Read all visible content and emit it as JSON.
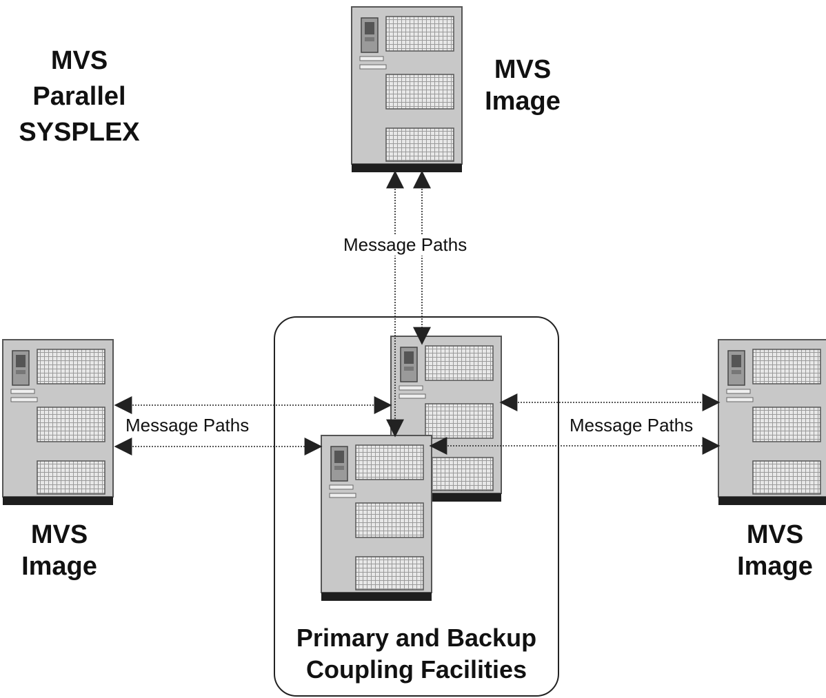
{
  "title_lines": [
    "MVS",
    "Parallel",
    "SYSPLEX"
  ],
  "image_label_lines": [
    "MVS",
    "Image"
  ],
  "message_paths_label": "Message Paths",
  "coupling_label_lines": [
    "Primary and Backup",
    "Coupling Facilities"
  ],
  "nodes": [
    {
      "id": "mvs-image-top",
      "label": "MVS Image"
    },
    {
      "id": "mvs-image-left",
      "label": "MVS Image"
    },
    {
      "id": "mvs-image-right",
      "label": "MVS Image"
    },
    {
      "id": "coupling-facility-backup",
      "label": ""
    },
    {
      "id": "coupling-facility-primary",
      "label": ""
    }
  ],
  "edges": [
    {
      "from": "mvs-image-top",
      "to": "coupling-facility-primary",
      "label": "Message Paths"
    },
    {
      "from": "mvs-image-top",
      "to": "coupling-facility-backup",
      "label": "Message Paths"
    },
    {
      "from": "mvs-image-left",
      "to": "coupling-facility-backup",
      "label": "Message Paths"
    },
    {
      "from": "mvs-image-left",
      "to": "coupling-facility-primary",
      "label": "Message Paths"
    },
    {
      "from": "mvs-image-right",
      "to": "coupling-facility-backup",
      "label": "Message Paths"
    },
    {
      "from": "mvs-image-right",
      "to": "coupling-facility-primary",
      "label": "Message Paths"
    }
  ],
  "colors": {
    "server_fill": "#c8c8c8",
    "server_base": "#1e1e1e",
    "line": "#222222"
  }
}
